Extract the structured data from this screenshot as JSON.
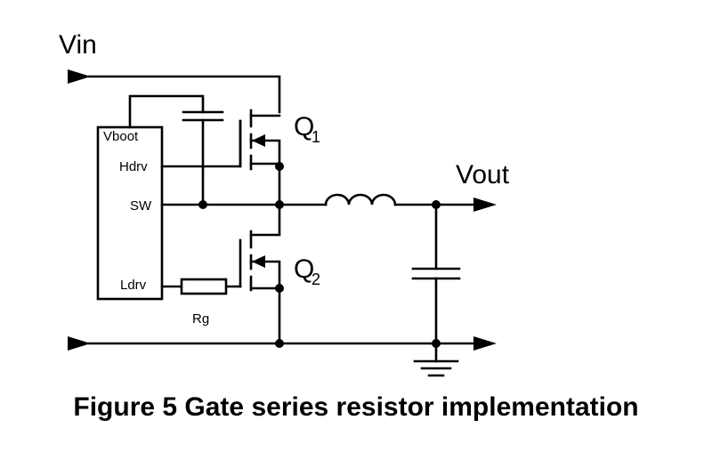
{
  "labels": {
    "vin": "Vin",
    "vout": "Vout",
    "q1": "Q",
    "q1_sub": "1",
    "q2": "Q",
    "q2_sub": "2",
    "rg": "Rg"
  },
  "driver_pins": {
    "vboot": "Vboot",
    "hdrv": "Hdrv",
    "sw": "SW",
    "ldrv": "Ldrv"
  },
  "caption": "Figure 5 Gate series resistor implementation"
}
